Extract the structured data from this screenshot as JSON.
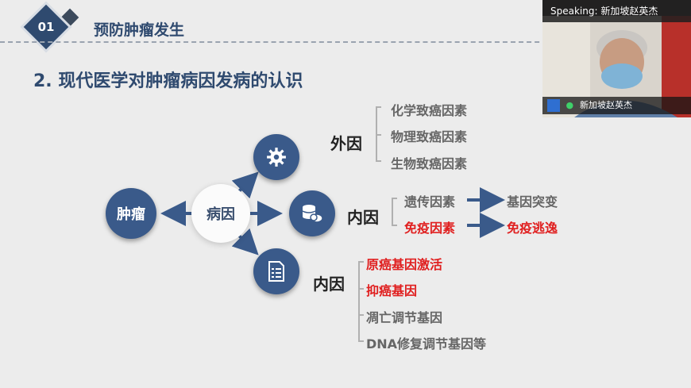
{
  "section": {
    "number": "01",
    "title": "预防肿瘤发生"
  },
  "subtitle": "2. 现代医学对肿瘤病因发病的认识",
  "nodes": {
    "tumor": "肿瘤",
    "cause": "病因"
  },
  "branch_external": {
    "label": "外因",
    "items": [
      "化学致癌因素",
      "物理致癌因素",
      "生物致癌因素"
    ]
  },
  "branch_internal_1": {
    "label": "内因",
    "rows": [
      {
        "from": "遗传因素",
        "to": "基因突变",
        "highlight": false
      },
      {
        "from": "免疫因素",
        "to": "免疫逃逸",
        "highlight": true
      }
    ]
  },
  "branch_internal_2": {
    "label": "内因",
    "items": [
      {
        "text": "原癌基因激活",
        "highlight": true
      },
      {
        "text": "抑癌基因",
        "highlight": true
      },
      {
        "text": "凋亡调节基因",
        "highlight": false
      },
      {
        "text": "DNA修复调节基因等",
        "highlight": false
      }
    ]
  },
  "icons": [
    "gear-icon",
    "database-cloud-icon",
    "document-list-icon"
  ],
  "video": {
    "speaking_label": "Speaking: 新加坡赵英杰",
    "participant_name": "新加坡赵英杰"
  },
  "colors": {
    "primary": "#3a5a8a",
    "highlight": "#e01f1f",
    "text_gray": "#666666"
  }
}
